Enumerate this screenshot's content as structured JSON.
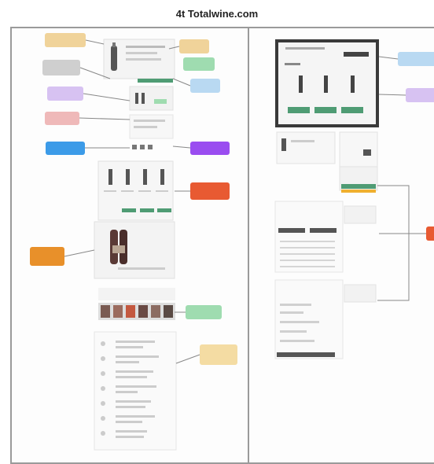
{
  "page": {
    "title": "4t Totalwine.com"
  },
  "colors": {
    "yellow": "#f0d39a",
    "gray": "#cfcfcf",
    "green": "#9fdcb0",
    "lightblue": "#b9d9f2",
    "lavender": "#d7c2f2",
    "pink": "#efb9b9",
    "blue": "#3c9be8",
    "purple": "#9a4df0",
    "red": "#e85a32",
    "orange": "#e8902a",
    "paleyellow": "#f4dca3",
    "accent_green": "#4f9c74"
  },
  "annotations": [
    {
      "name": "note-yellow-top-left",
      "color": "yellow"
    },
    {
      "name": "note-gray-left",
      "color": "gray"
    },
    {
      "name": "note-lavender-left",
      "color": "lavender"
    },
    {
      "name": "note-pink-left",
      "color": "pink"
    },
    {
      "name": "note-blue-left",
      "color": "blue"
    },
    {
      "name": "note-orange-left",
      "color": "orange"
    },
    {
      "name": "note-yellow-top-right",
      "color": "yellow"
    },
    {
      "name": "note-green-top-right",
      "color": "green"
    },
    {
      "name": "note-lightblue-right",
      "color": "lightblue"
    },
    {
      "name": "note-purple-right",
      "color": "purple"
    },
    {
      "name": "note-red-right",
      "color": "red"
    },
    {
      "name": "note-green-lower-right",
      "color": "green"
    },
    {
      "name": "note-paleyellow-right",
      "color": "paleyellow"
    },
    {
      "name": "note-lightblue-far-right",
      "color": "lightblue"
    },
    {
      "name": "note-lavender-far-right",
      "color": "lavender"
    },
    {
      "name": "note-red-far-right",
      "color": "red"
    }
  ]
}
